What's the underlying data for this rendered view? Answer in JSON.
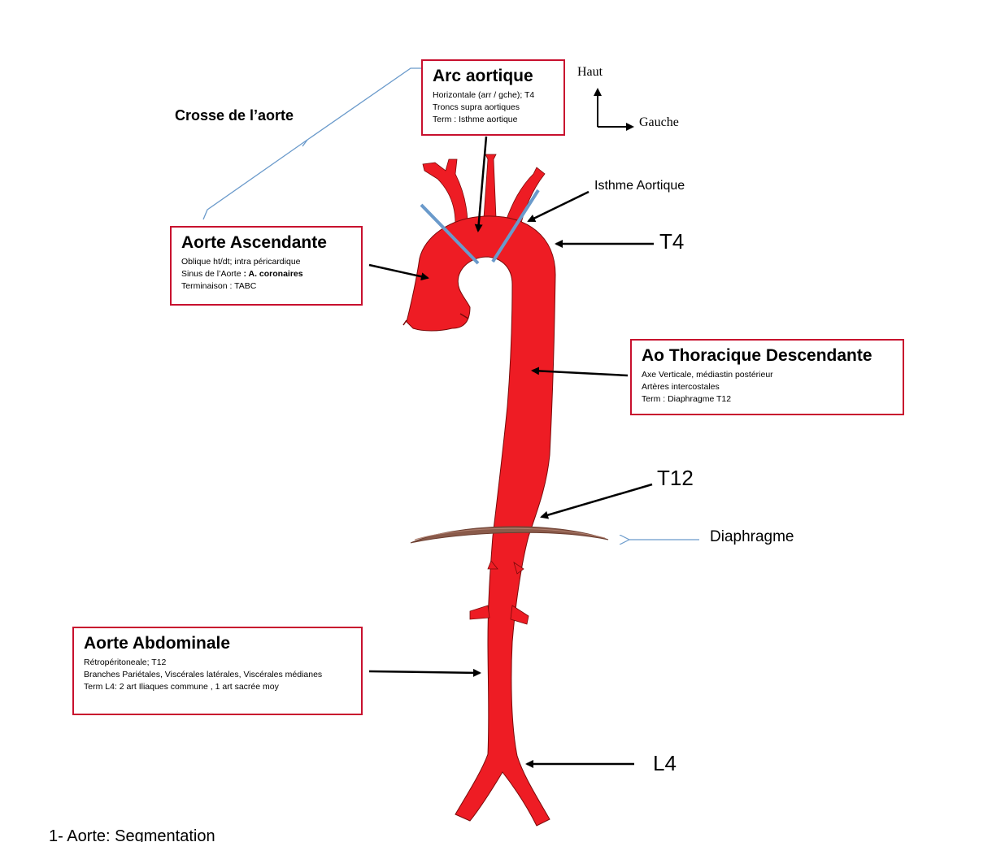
{
  "crosse_label": "Crosse de l’aorte",
  "boxes": {
    "arc": {
      "title": "Arc aortique",
      "lines": [
        "Horizontale (arr / gche); T4",
        "Troncs supra aortiques",
        "Term : Isthme aortique"
      ]
    },
    "ascendante": {
      "title": "Aorte Ascendante",
      "line1": "Oblique ht/dt; intra péricardique",
      "line2_prefix": "Sinus de l’Aorte ",
      "line2_bold": ": A. coronaires",
      "line3": "Terminaison : TABC"
    },
    "thoracique": {
      "title": "Ao Thoracique Descendante",
      "lines": [
        "Axe Verticale, médiastin postérieur",
        "Artères intercostales",
        "Term : Diaphragme T12"
      ]
    },
    "abdominale": {
      "title": "Aorte Abdominale",
      "lines": [
        "Rétropéritoneale; T12",
        "Branches Pariétales, Viscérales latérales, Viscérales médianes",
        "Term L4: 2 art Iliaques commune , 1 art sacrée moy"
      ]
    }
  },
  "orientation": {
    "up": "Haut",
    "left": "Gauche"
  },
  "landmarks": {
    "isthme": "Isthme Aortique",
    "t4": "T4",
    "t12": "T12",
    "diaphragme": "Diaphragme",
    "l4": "L4"
  },
  "caption": "1- Aorte: Segmentation",
  "colors": {
    "aorta": "#ee1c24",
    "box_border": "#c8102e",
    "bracket": "#6a9acb",
    "isthmus_mark": "#6a9acb",
    "diaphragm": "#8a5a4a"
  }
}
